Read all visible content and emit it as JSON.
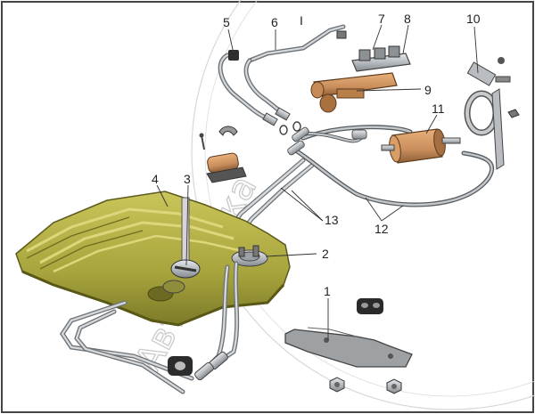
{
  "diagram": {
    "callouts": [
      {
        "id": "1",
        "label": "1"
      },
      {
        "id": "2",
        "label": "2"
      },
      {
        "id": "3",
        "label": "3"
      },
      {
        "id": "4",
        "label": "4"
      },
      {
        "id": "5",
        "label": "5"
      },
      {
        "id": "6",
        "label": "6"
      },
      {
        "id": "7",
        "label": "7"
      },
      {
        "id": "8",
        "label": "8"
      },
      {
        "id": "9",
        "label": "9"
      },
      {
        "id": "10",
        "label": "10"
      },
      {
        "id": "11",
        "label": "11"
      },
      {
        "id": "12",
        "label": "12"
      },
      {
        "id": "13",
        "label": "13"
      },
      {
        "id": "I",
        "label": "I"
      }
    ],
    "watermark": "Автоазбука",
    "colors": {
      "tank": "#a9a53e",
      "tank_dark": "#7b7a28",
      "metal": "#b7bcc1",
      "filter": "#c98e5c",
      "line": "#222222",
      "border": "#444444"
    }
  }
}
